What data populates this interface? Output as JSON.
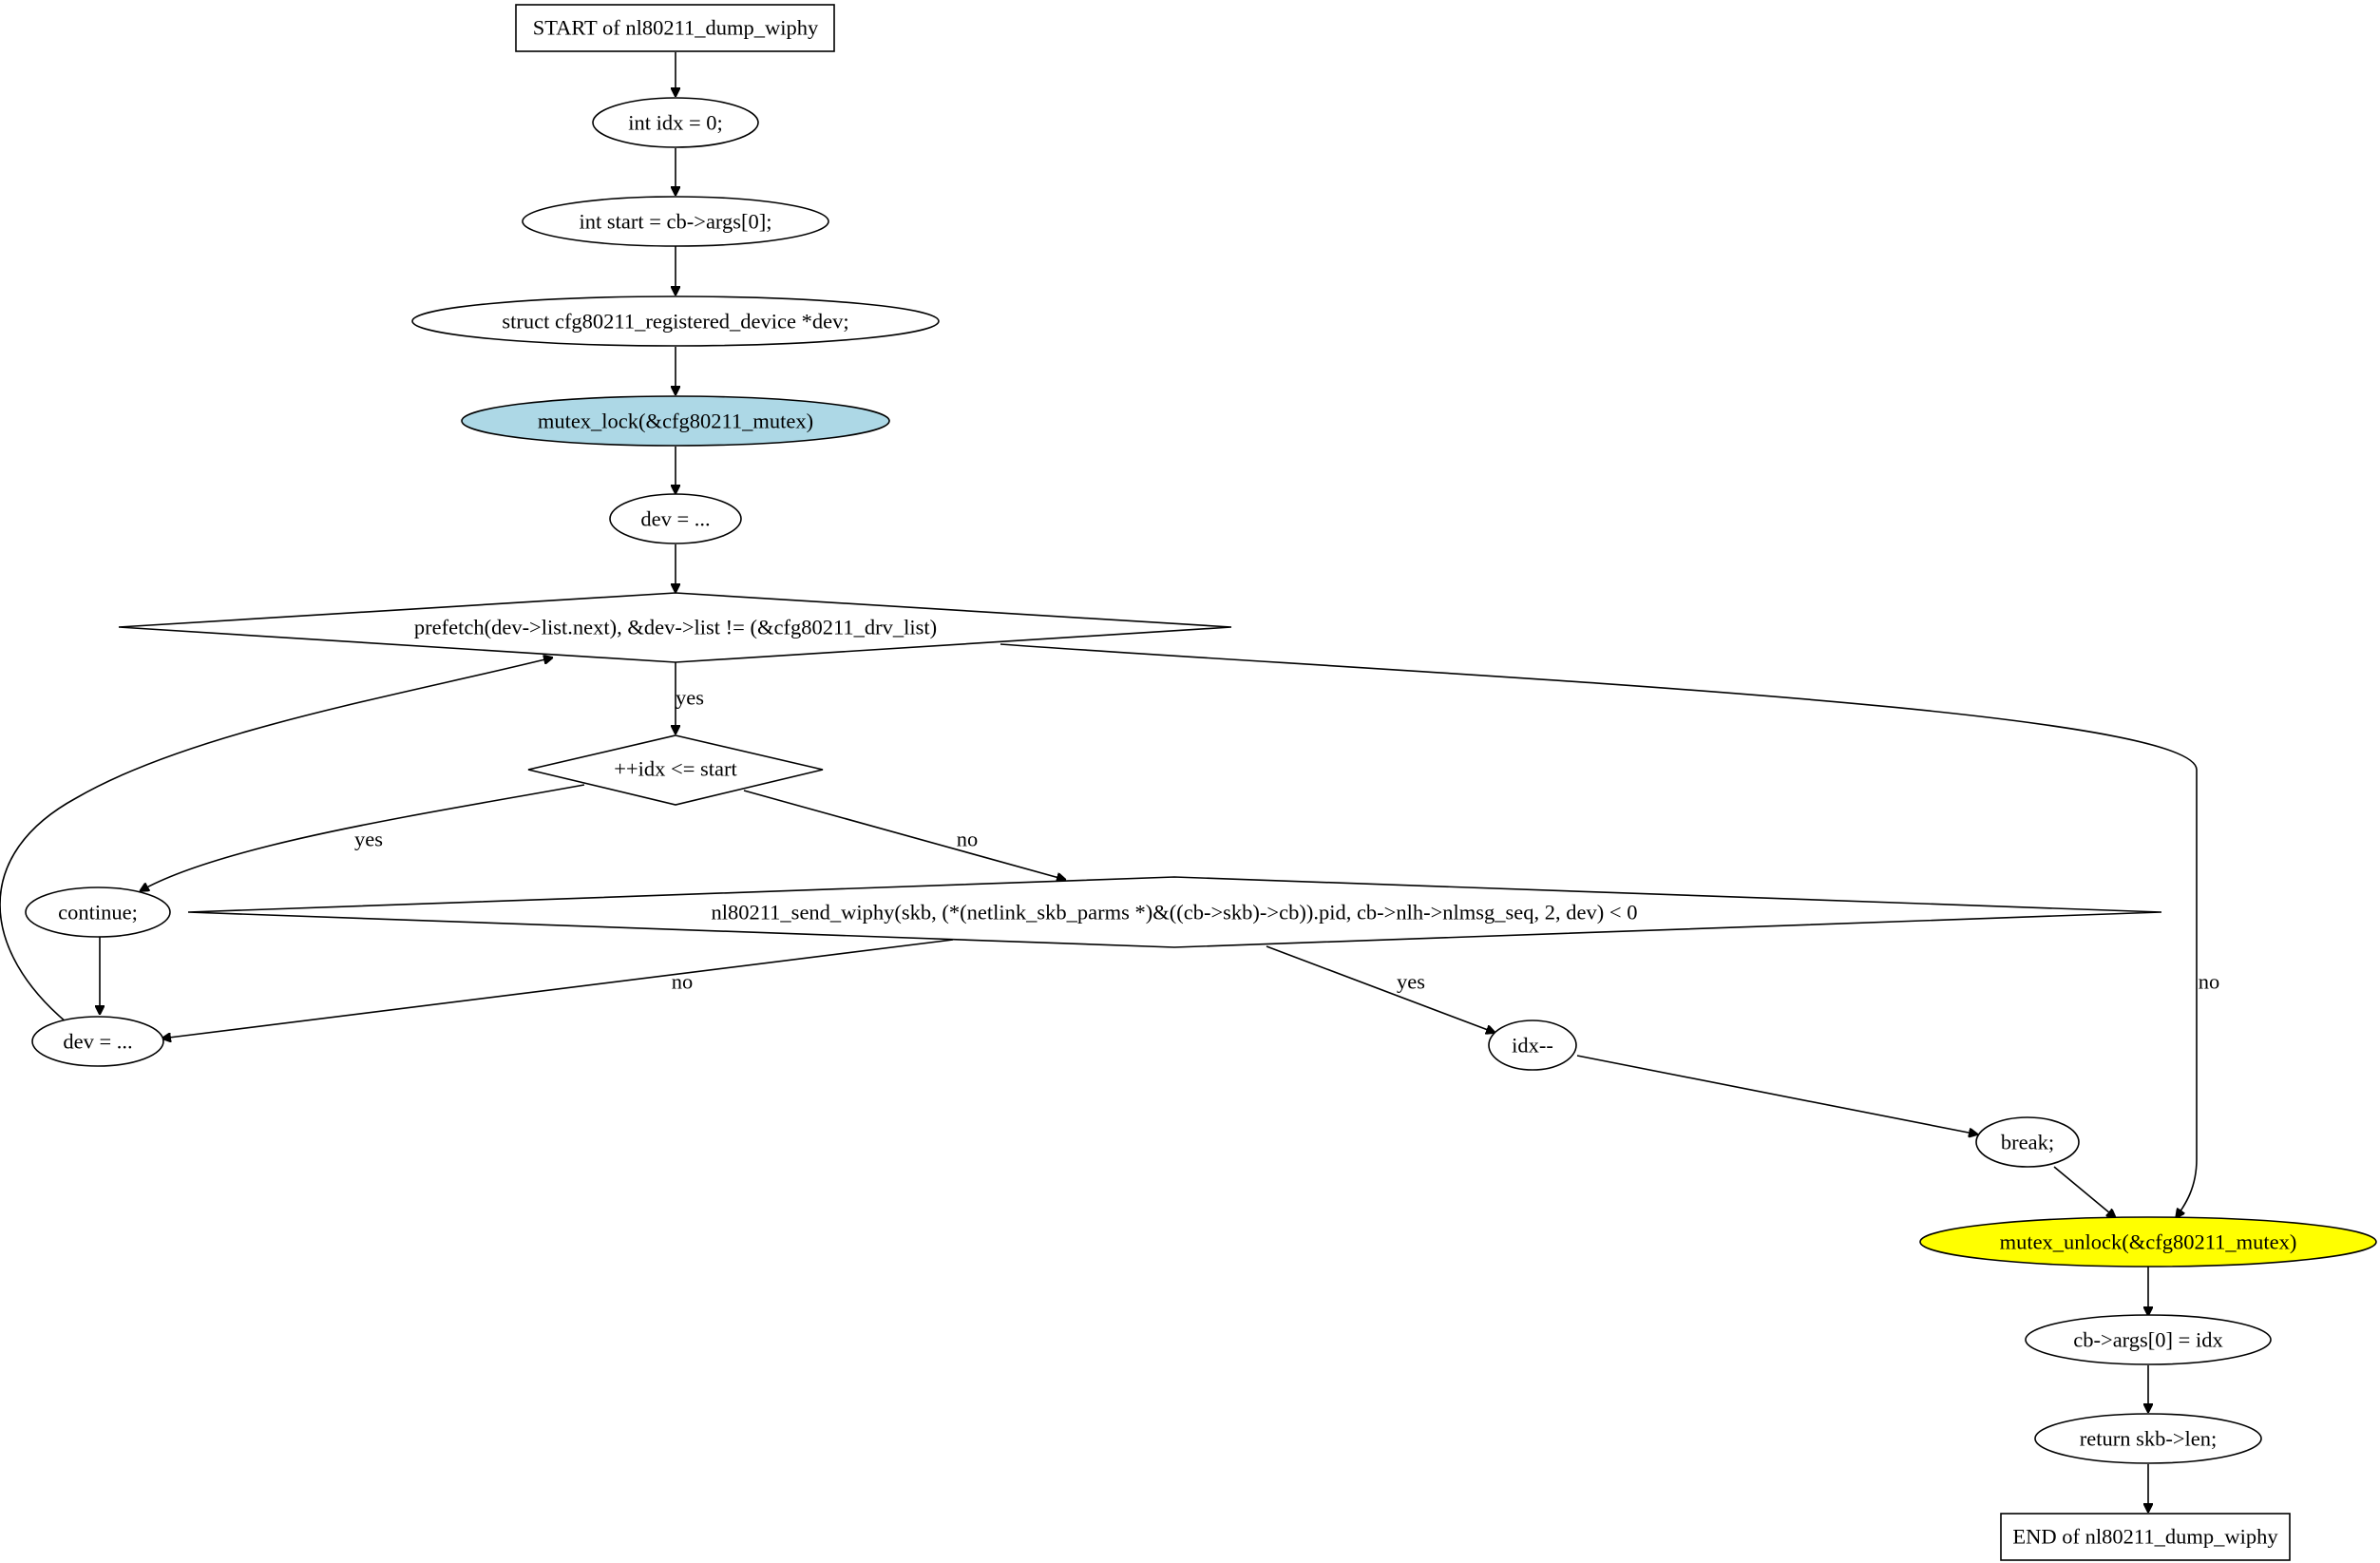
{
  "colors": {
    "lock_fill": "#add8e6",
    "unlock_fill": "#ffff00",
    "default_fill": "#ffffff",
    "stroke": "#000000"
  },
  "nodes": {
    "start": "START of nl80211_dump_wiphy",
    "idx_init": "int idx = 0;",
    "start_init": "int start = cb->args[0];",
    "dev_decl": "struct cfg80211_registered_device *dev;",
    "mutex_lock": "mutex_lock(&cfg80211_mutex)",
    "dev_assign_1": "dev = ...",
    "loop_cond": "prefetch(dev->list.next), &dev->list != (&cfg80211_drv_list)",
    "idx_cond": "++idx <= start",
    "continue": "continue;",
    "send_cond": "nl80211_send_wiphy(skb, (*(netlink_skb_parms *)&((cb->skb)->cb)).pid, cb->nlh->nlmsg_seq, 2, dev) < 0",
    "dev_assign_2": "dev = ...",
    "idx_dec": "idx--",
    "break": "break;",
    "mutex_unlock": "mutex_unlock(&cfg80211_mutex)",
    "args_assign": "cb->args[0] = idx",
    "return": "return skb->len;",
    "end": "END of nl80211_dump_wiphy"
  },
  "edge_labels": {
    "loop_yes": "yes",
    "idx_yes": "yes",
    "idx_no": "no",
    "send_no": "no",
    "send_yes": "yes",
    "loop_no": "no"
  }
}
